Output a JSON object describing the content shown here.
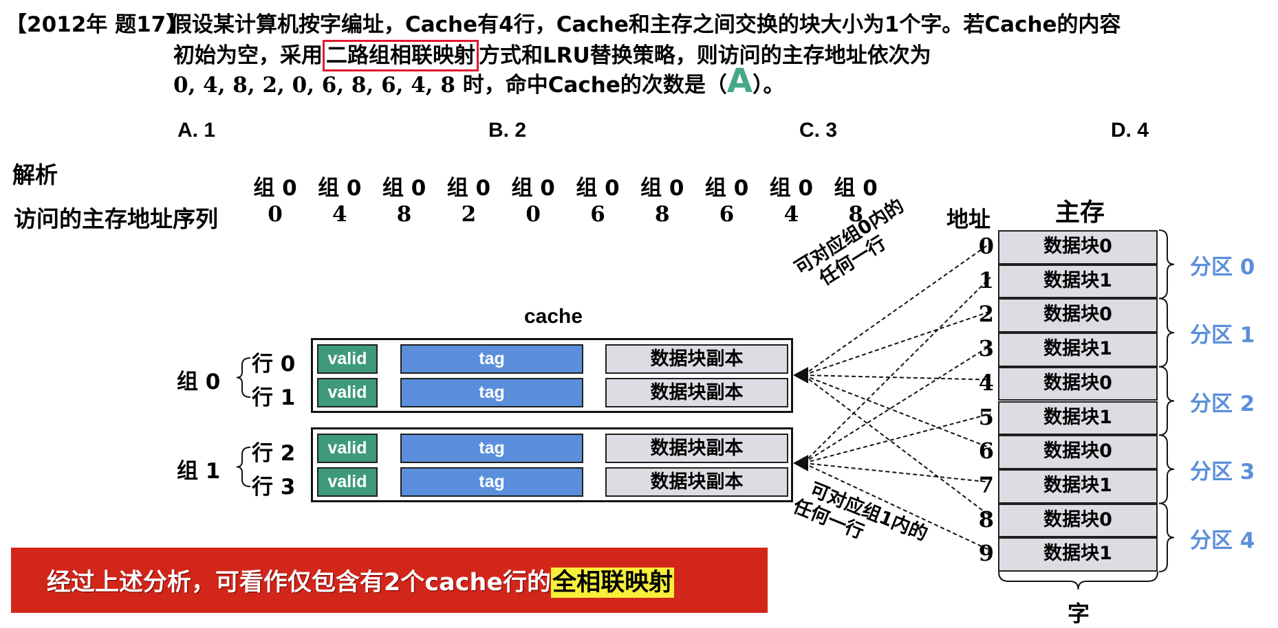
{
  "question": {
    "prefix": "【2012年 题17】",
    "line1": "假设某计算机按字编址，Cache有4行，Cache和主存之间交换的块大小为1个字。若Cache的内容",
    "line2_a": "初始为空，采用",
    "line2_highlight": "二路组相联映射",
    "line2_b": "方式和LRU替换策略，则访问的主存地址依次为",
    "line3_seq": "0, 4, 8, 2, 0, 6, 8, 6, 4, 8",
    "line3_a": " 时，命中Cache的次数是（",
    "answer": "A",
    "line3_b": "）。"
  },
  "options": [
    {
      "label": "A. 1"
    },
    {
      "label": "B. 2"
    },
    {
      "label": "C. 3"
    },
    {
      "label": "D. 4"
    }
  ],
  "analysis": {
    "title": "解析",
    "sequence_label": "访问的主存地址序列",
    "group_prefix": "组",
    "sequence": [
      {
        "group": "组 0",
        "addr": "0"
      },
      {
        "group": "组 0",
        "addr": "4"
      },
      {
        "group": "组 0",
        "addr": "8"
      },
      {
        "group": "组 0",
        "addr": "2"
      },
      {
        "group": "组 0",
        "addr": "0"
      },
      {
        "group": "组 0",
        "addr": "6"
      },
      {
        "group": "组 0",
        "addr": "8"
      },
      {
        "group": "组 0",
        "addr": "6"
      },
      {
        "group": "组 0",
        "addr": "4"
      },
      {
        "group": "组 0",
        "addr": "8"
      }
    ]
  },
  "cache": {
    "title": "cache",
    "groups": [
      {
        "label": "组 0",
        "rows": [
          "行 0",
          "行 1"
        ]
      },
      {
        "label": "组 1",
        "rows": [
          "行 2",
          "行 3"
        ]
      }
    ],
    "valid_label": "valid",
    "tag_label": "tag",
    "block_label": "数据块副本",
    "annotation_group0": [
      "可对应组0内的",
      "任何一行"
    ],
    "annotation_group1": [
      "可对应组1内的",
      "任何一行"
    ],
    "mapping": {
      "group0": [
        0,
        2,
        4,
        6,
        8
      ],
      "group1": [
        1,
        3,
        5,
        7,
        9
      ]
    }
  },
  "memory": {
    "title": "主存",
    "address_label": "地址",
    "word_label": "字",
    "addresses": [
      "0",
      "1",
      "2",
      "3",
      "4",
      "5",
      "6",
      "7",
      "8",
      "9"
    ],
    "blocks": [
      "数据块0",
      "数据块1",
      "数据块0",
      "数据块1",
      "数据块0",
      "数据块1",
      "数据块0",
      "数据块1",
      "数据块0",
      "数据块1"
    ],
    "partitions": [
      "分区 0",
      "分区 1",
      "分区 2",
      "分区 3",
      "分区 4"
    ]
  },
  "conclusion": {
    "text": "经过上述分析，可看作仅包含有2个cache行的",
    "highlight": "全相联映射"
  },
  "colors": {
    "valid": "#3f9a7c",
    "tag": "#5b8fdc",
    "partition": "#5b8fd8",
    "banner": "#d2261b",
    "highlight": "#f8ef3b",
    "answer": "#46a886",
    "question_box": "#e0192e"
  }
}
